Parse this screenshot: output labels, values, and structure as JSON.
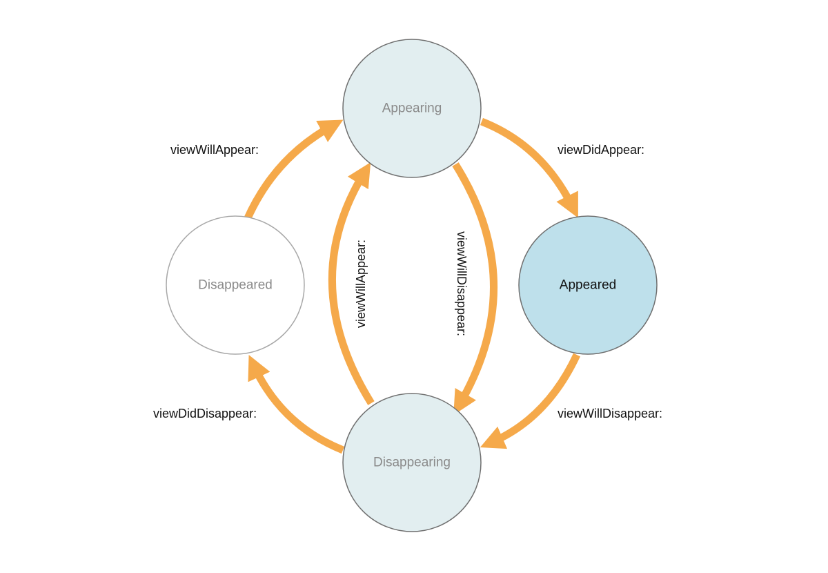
{
  "colors": {
    "arrow": "#F5A94A",
    "stroke": "#6f6f6f",
    "stroke_light": "#a8a8a8",
    "state_fill": "#E2EEF0",
    "appeared_fill": "#BEE0EB",
    "disappeared_fill": "#FFFFFF",
    "muted_text": "#8a8a8a",
    "dark_text": "#111111"
  },
  "states": {
    "appearing": "Appearing",
    "appeared": "Appeared",
    "disappearing": "Disappearing",
    "disappeared": "Disappeared"
  },
  "transitions": {
    "disappeared_to_appearing": "viewWillAppear:",
    "appearing_to_appeared": "viewDidAppear:",
    "appeared_to_disappearing": "viewWillDisappear:",
    "disappearing_to_disappeared": "viewDidDisappear:",
    "disappearing_to_appearing": "viewWillAppear:",
    "appearing_to_disappearing": "viewWillDisappear:"
  }
}
